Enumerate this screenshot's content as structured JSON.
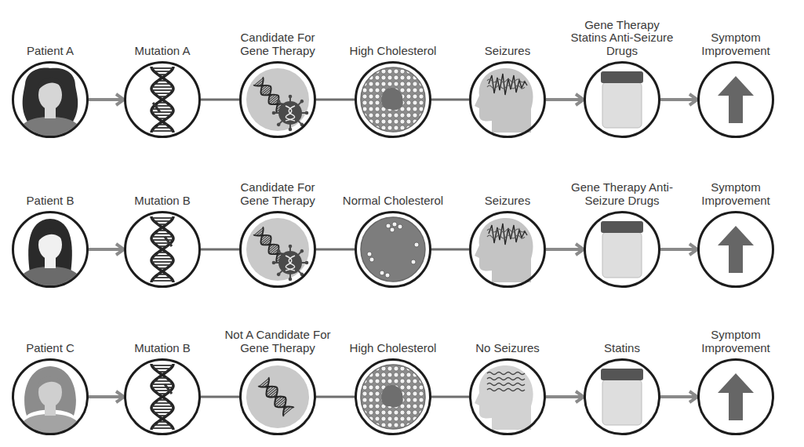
{
  "diagram": {
    "nodes": [
      {
        "text": [
          "Patient A"
        ]
      },
      {
        "text": [
          "Mutation A"
        ]
      },
      {
        "text": [
          "Candidate For Gene Therapy"
        ]
      },
      {
        "text": [
          "High Cholesterol"
        ]
      },
      {
        "text": [
          "Seizures"
        ]
      },
      {
        "text": [
          "Gene Therapy Statins Anti-Seizure Drugs"
        ]
      },
      {
        "text": [
          "Symptom Improvement"
        ]
      },
      {
        "text": [
          "Patient B"
        ]
      },
      {
        "text": [
          "Mutation B"
        ]
      },
      {
        "text": [
          "Candidate For Gene Therapy"
        ]
      },
      {
        "text": [
          "Normal Cholesterol"
        ]
      },
      {
        "text": [
          "Seizures"
        ]
      },
      {
        "text": [
          "Gene Therapy Anti-Seizure Drugs"
        ]
      },
      {
        "text": [
          "Symptom Improvement"
        ]
      },
      {
        "text": [
          "Patient C"
        ]
      },
      {
        "text": [
          "Mutation B"
        ]
      },
      {
        "text": [
          "Not A Candidate For Gene Therapy"
        ]
      },
      {
        "text": [
          "High Cholesterol"
        ]
      },
      {
        "text": [
          "No Seizures"
        ]
      },
      {
        "text": [
          "Statins"
        ]
      },
      {
        "text": [
          "Symptom Improvement"
        ]
      }
    ],
    "edges": [
      {
        "from": 0,
        "to": 1,
        "arrow": "to"
      },
      {
        "from": 1,
        "to": 2,
        "arrow": "none"
      },
      {
        "from": 2,
        "to": 3,
        "arrow": "none"
      },
      {
        "from": 3,
        "to": 4,
        "arrow": "none"
      },
      {
        "from": 4,
        "to": 5,
        "arrow": "to"
      },
      {
        "from": 5,
        "to": 6,
        "arrow": "to"
      },
      {
        "from": 7,
        "to": 8,
        "arrow": "to"
      },
      {
        "from": 8,
        "to": 9,
        "arrow": "none"
      },
      {
        "from": 9,
        "to": 10,
        "arrow": "none"
      },
      {
        "from": 10,
        "to": 11,
        "arrow": "none"
      },
      {
        "from": 11,
        "to": 12,
        "arrow": "to"
      },
      {
        "from": 12,
        "to": 13,
        "arrow": "to"
      },
      {
        "from": 14,
        "to": 15,
        "arrow": "to"
      },
      {
        "from": 15,
        "to": 16,
        "arrow": "none"
      },
      {
        "from": 16,
        "to": 17,
        "arrow": "none"
      },
      {
        "from": 17,
        "to": 18,
        "arrow": "none"
      },
      {
        "from": 18,
        "to": 19,
        "arrow": "to"
      },
      {
        "from": 19,
        "to": 20,
        "arrow": "to"
      }
    ]
  }
}
